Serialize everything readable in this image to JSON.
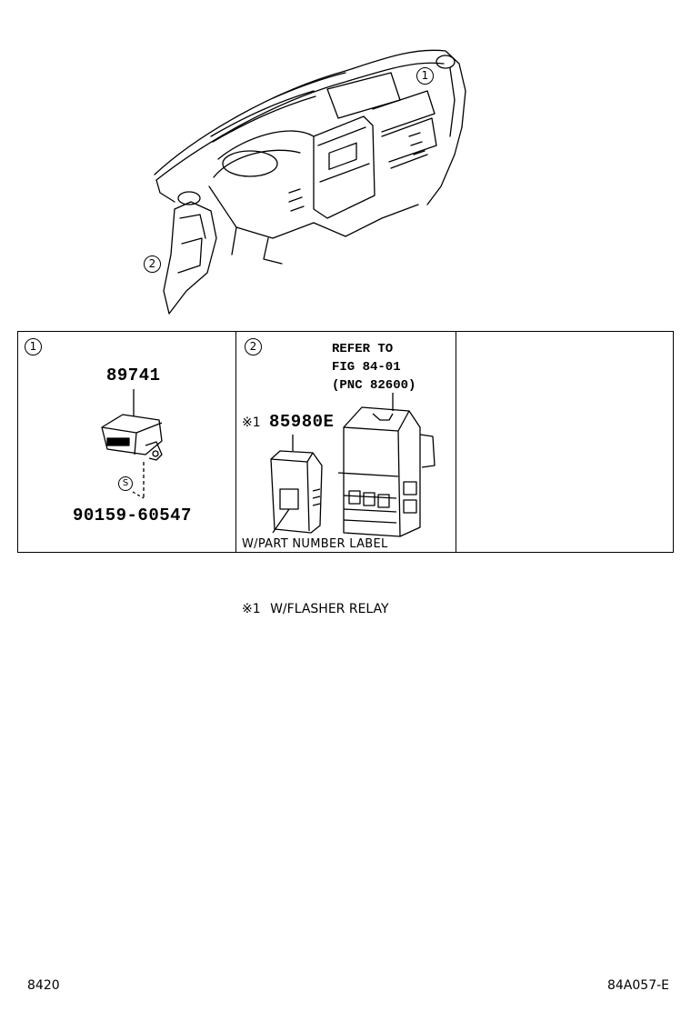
{
  "dashboard": {
    "callout_1": "1",
    "callout_2": "2"
  },
  "panel_1": {
    "index": "1",
    "part_number_main": "89741",
    "part_number_screw": "90159-60547",
    "screw_symbol": "S"
  },
  "panel_2": {
    "index": "2",
    "refer_line_1": "REFER TO",
    "refer_line_2": "FIG 84-01",
    "refer_line_3": "(PNC 82600)",
    "note_mark": "※1",
    "part_number_relay": "85980E",
    "label_text": "W/PART NUMBER LABEL"
  },
  "footnote": {
    "mark": "※1",
    "text": "W/FLASHER RELAY"
  },
  "footer": {
    "page_code": "8420",
    "figure_code": "84A057-E"
  }
}
